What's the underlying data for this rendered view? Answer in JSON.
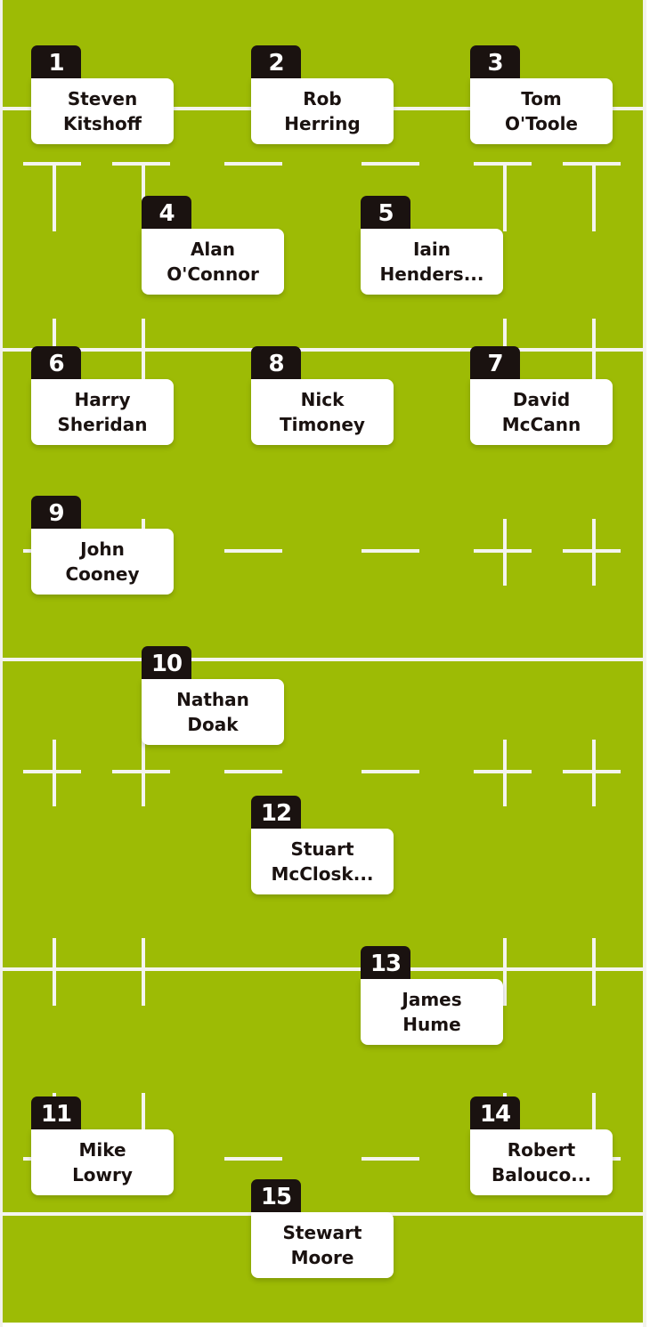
{
  "players": [
    {
      "number": "1",
      "name": "Steven\nKitshoff"
    },
    {
      "number": "2",
      "name": "Rob\nHerring"
    },
    {
      "number": "3",
      "name": "Tom\nO'Toole"
    },
    {
      "number": "4",
      "name": "Alan\nO'Connor"
    },
    {
      "number": "5",
      "name": "Iain\nHenders..."
    },
    {
      "number": "6",
      "name": "Harry\nSheridan"
    },
    {
      "number": "8",
      "name": "Nick\nTimoney"
    },
    {
      "number": "7",
      "name": "David\nMcCann"
    },
    {
      "number": "9",
      "name": "John\nCooney"
    },
    {
      "number": "10",
      "name": "Nathan\nDoak"
    },
    {
      "number": "12",
      "name": "Stuart\nMcClosk..."
    },
    {
      "number": "13",
      "name": "James\nHume"
    },
    {
      "number": "11",
      "name": "Mike\nLowry"
    },
    {
      "number": "14",
      "name": "Robert\nBalouco..."
    },
    {
      "number": "15",
      "name": "Stewart\nMoore"
    }
  ],
  "colors": {
    "pitch": "#9dbb05",
    "badge": "#1a1210",
    "lines": "#f4f4ef"
  }
}
